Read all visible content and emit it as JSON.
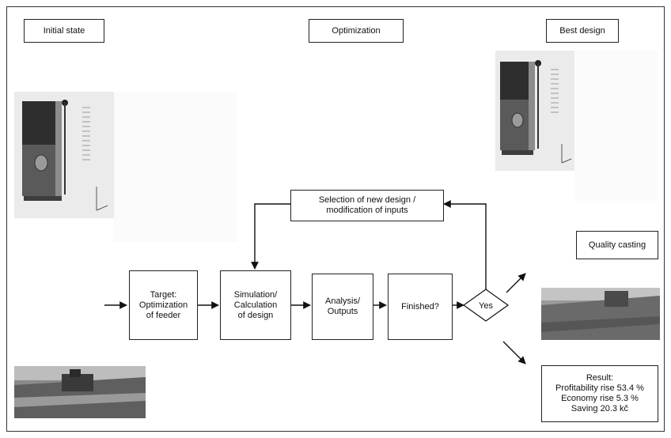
{
  "labels": {
    "initial_state": "Initial state",
    "optimization": "Optimization",
    "best_design": "Best design",
    "selection": "Selection of new design /\nmodification of inputs",
    "target": "Target:\nOptimization\nof feeder",
    "simulation": "Simulation/\nCalculation\nof design",
    "analysis": "Analysis/\nOutputs",
    "finished": "Finished?",
    "yes": "Yes",
    "quality_casting": "Quality casting",
    "result": "Result:\nProfitability rise 53.4 %\nEconomy rise 5.3 %\nSaving 20.3 kč"
  },
  "colors": {
    "line": "#111111",
    "mold_dark": "#3a3a3a",
    "mold_mid": "#7a7a7a",
    "casting_gray": "#6f6f6f"
  }
}
